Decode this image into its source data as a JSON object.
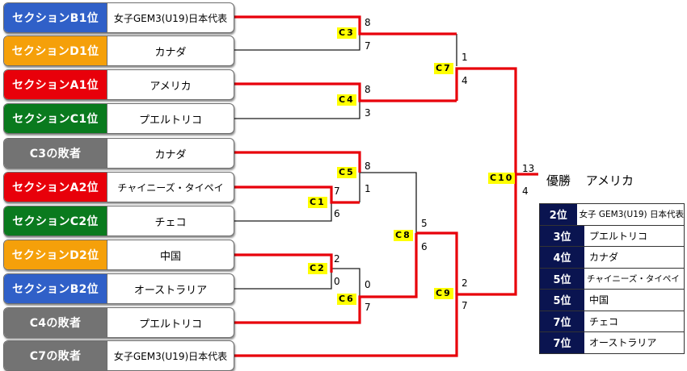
{
  "teams": [
    {
      "seed": "セクションB1位",
      "name": "女子GEM3(U19)日本代表",
      "color": "#3060c8"
    },
    {
      "seed": "セクションD1位",
      "name": "カナダ",
      "color": "#f5a00a"
    },
    {
      "seed": "セクションA1位",
      "name": "アメリカ",
      "color": "#e8000a"
    },
    {
      "seed": "セクションC1位",
      "name": "プエルトリコ",
      "color": "#0a7a1e"
    },
    {
      "seed": "C3の敗者",
      "name": "カナダ",
      "color": "#737373"
    },
    {
      "seed": "セクションA2位",
      "name": "チャイニーズ・タイペイ",
      "color": "#e8000a"
    },
    {
      "seed": "セクションC2位",
      "name": "チェコ",
      "color": "#0a7a1e"
    },
    {
      "seed": "セクションD2位",
      "name": "中国",
      "color": "#f5a00a"
    },
    {
      "seed": "セクションB2位",
      "name": "オーストラリア",
      "color": "#3060c8"
    },
    {
      "seed": "C4の敗者",
      "name": "プエルトリコ",
      "color": "#737373"
    },
    {
      "seed": "C7の敗者",
      "name": "女子GEM3(U19)日本代表",
      "color": "#737373"
    }
  ],
  "matches": {
    "C1": "C1",
    "C2": "C2",
    "C3": "C3",
    "C4": "C4",
    "C5": "C5",
    "C6": "C6",
    "C7": "C7",
    "C8": "C8",
    "C9": "C9",
    "C10": "C10"
  },
  "scores": {
    "c3_top": "8",
    "c3_bot": "7",
    "c4_top": "8",
    "c4_bot": "3",
    "c1_top": "7",
    "c1_bot": "6",
    "c2_top": "2",
    "c2_bot": "0",
    "c5_top": "8",
    "c5_bot": "1",
    "c6_top": "0",
    "c6_bot": "7",
    "c7_top": "1",
    "c7_bot": "4",
    "c8_top": "5",
    "c8_bot": "6",
    "c9_top": "2",
    "c9_bot": "7",
    "c10_top": "13",
    "c10_bot": "4"
  },
  "champion": {
    "label": "優勝",
    "team": "アメリカ"
  },
  "standings": [
    {
      "rank": "2位",
      "team": "女子 GEM3(U19) 日本代表"
    },
    {
      "rank": "3位",
      "team": "プエルトリコ"
    },
    {
      "rank": "4位",
      "team": "カナダ"
    },
    {
      "rank": "5位",
      "team": "チャイニーズ・タイペイ"
    },
    {
      "rank": "5位",
      "team": "中国"
    },
    {
      "rank": "7位",
      "team": "チェコ"
    },
    {
      "rank": "7位",
      "team": "オーストラリア"
    }
  ],
  "colors": {
    "winner_line": "#e8000a",
    "loser_line": "#1a1a1a",
    "match_label_bg": "#ffff00",
    "rank_bg": "#0a1450"
  }
}
